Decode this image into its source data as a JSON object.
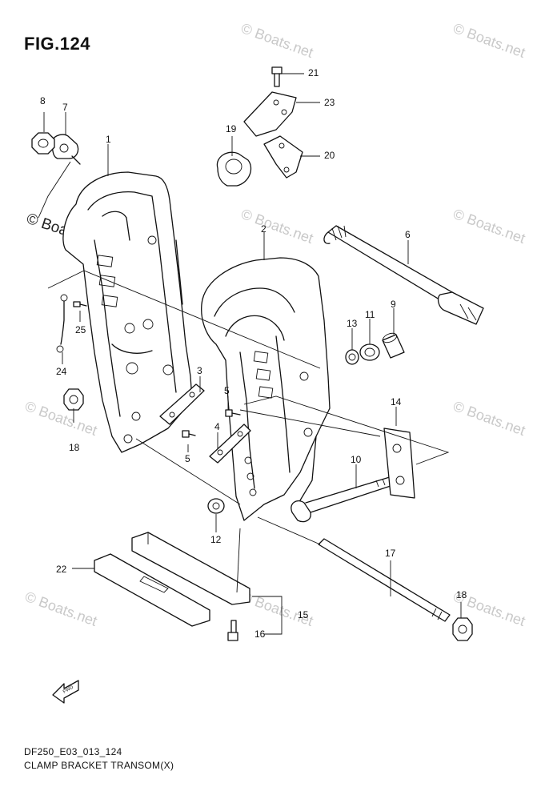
{
  "figure": {
    "title": "FIG.124",
    "code": "DF250_E03_013_124",
    "caption": "CLAMP BRACKET TRANSOM(X)",
    "fwd_label": "FWD"
  },
  "watermark": "© Boats.net",
  "callouts": [
    "1",
    "2",
    "3",
    "4",
    "5",
    "5",
    "6",
    "7",
    "8",
    "9",
    "10",
    "11",
    "12",
    "13",
    "14",
    "15",
    "16",
    "17",
    "18",
    "18",
    "19",
    "20",
    "21",
    "22",
    "23",
    "24",
    "25"
  ]
}
